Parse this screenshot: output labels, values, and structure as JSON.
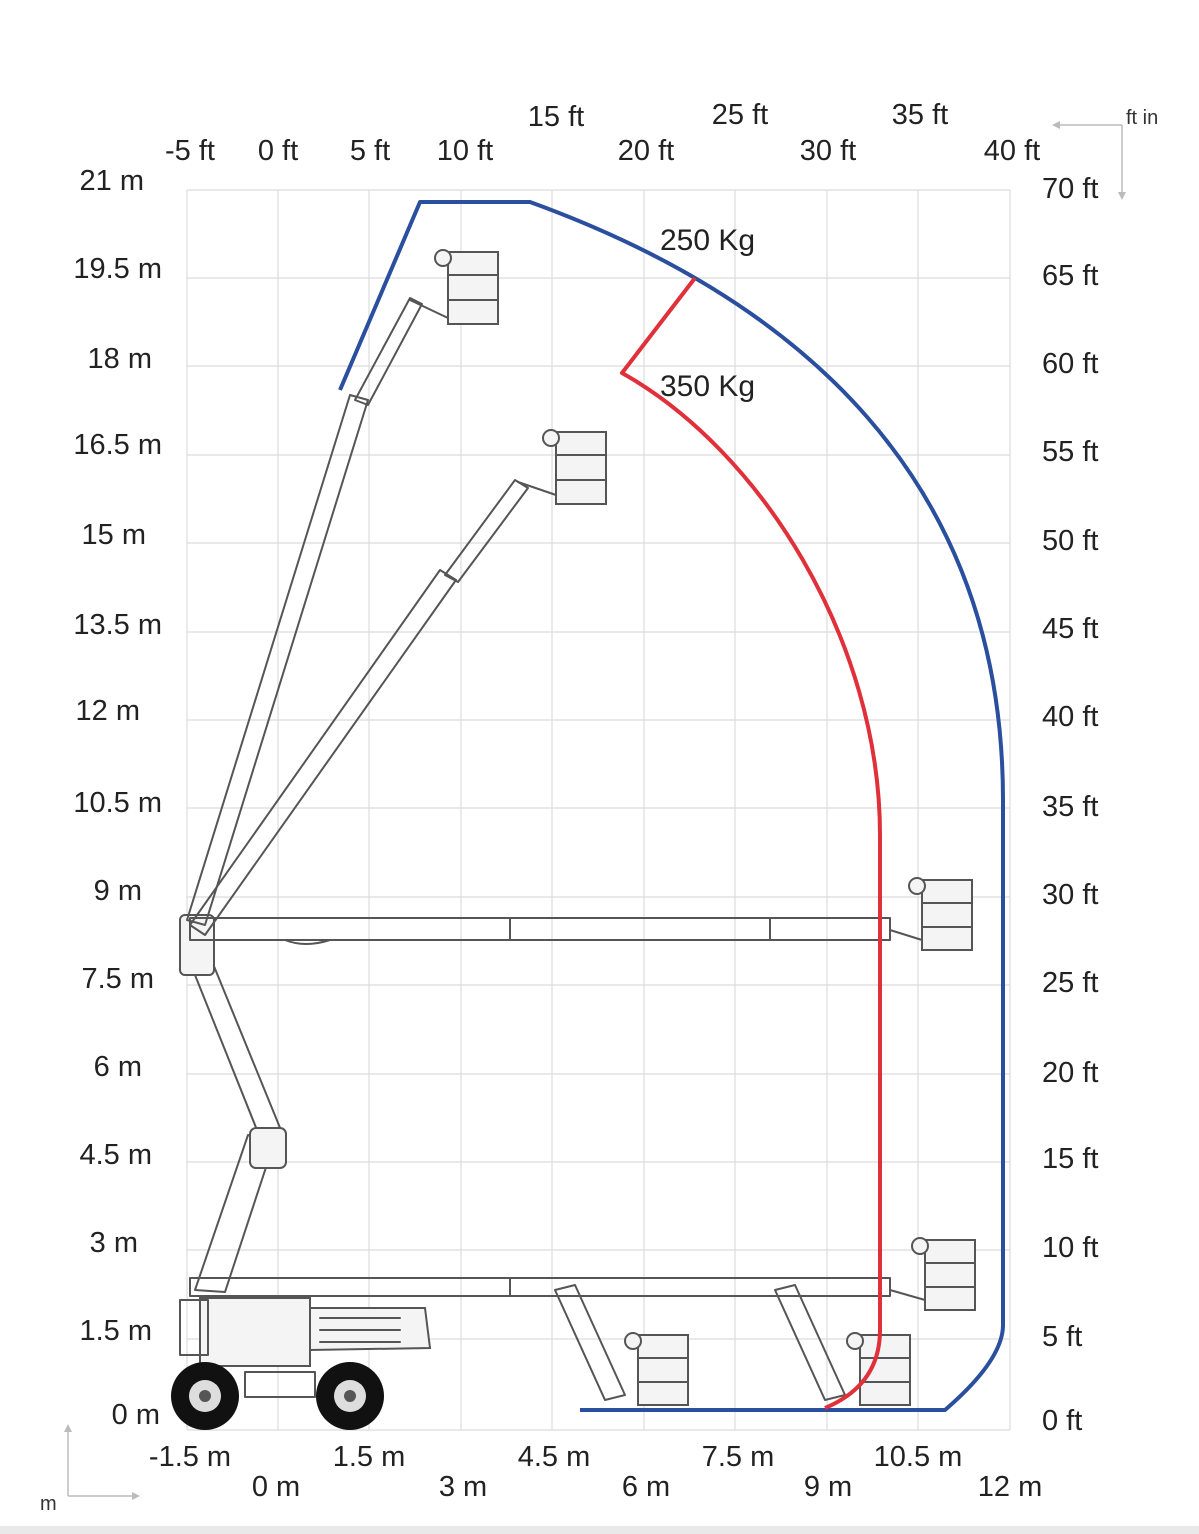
{
  "diagram": {
    "type": "working-range-envelope",
    "x_axis_bottom": {
      "unit": "m",
      "labels": [
        "-1.5 m",
        "0 m",
        "1.5 m",
        "3 m",
        "4.5 m",
        "6 m",
        "7.5 m",
        "9 m",
        "10.5 m",
        "12 m"
      ]
    },
    "x_axis_top": {
      "unit": "ft in",
      "labels": [
        "-5 ft",
        "0 ft",
        "5 ft",
        "10 ft",
        "15 ft",
        "20 ft",
        "25 ft",
        "30 ft",
        "35 ft",
        "40 ft"
      ]
    },
    "y_axis_left": {
      "labels": [
        "0 m",
        "1.5 m",
        "3 m",
        "4.5 m",
        "6 m",
        "7.5 m",
        "9 m",
        "10.5 m",
        "12 m",
        "13.5 m",
        "15 m",
        "16.5 m",
        "18 m",
        "19.5 m",
        "21 m"
      ]
    },
    "y_axis_right": {
      "labels": [
        "0 ft",
        "5 ft",
        "10 ft",
        "15 ft",
        "20 ft",
        "25 ft",
        "30 ft",
        "35 ft",
        "40 ft",
        "45 ft",
        "50 ft",
        "55 ft",
        "60 ft",
        "65 ft",
        "70 ft"
      ]
    },
    "envelopes": [
      {
        "name": "250 Kg",
        "label": "250 Kg",
        "color": "#2a4f9e"
      },
      {
        "name": "350 Kg",
        "label": "350 Kg",
        "color": "#e0303a"
      }
    ],
    "corner_units": {
      "bottom_left": "m",
      "top_right": "ft in"
    }
  }
}
